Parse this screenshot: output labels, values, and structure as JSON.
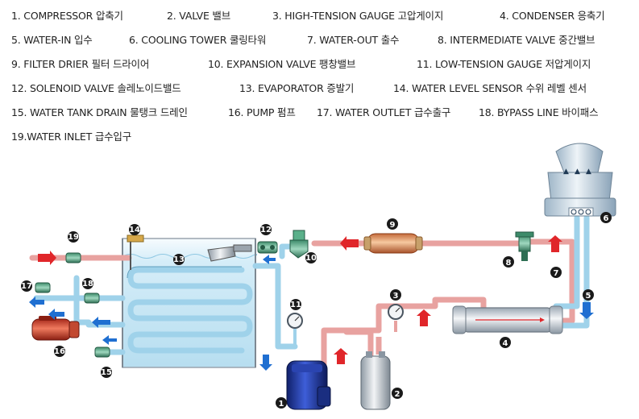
{
  "legend": [
    "1. COMPRESSOR 압축기",
    "2. VALVE 밸브",
    "3. HIGH-TENSION GAUGE 고압게이지",
    "4. CONDENSER 응축기",
    "5. WATER-IN 입수",
    "6. COOLING TOWER 쿨링타워",
    "7. WATER-OUT 출수",
    "8. INTERMEDIATE VALVE 중간밸브",
    "9. FILTER DRIER 필터 드라이어",
    "10. EXPANSION VALVE 팽창밸브",
    "11. LOW-TENSION GAUGE 저압게이지",
    "12. SOLENOID VALVE 솔레노이드밸드",
    "13. EVAPORATOR 증발기",
    "14. WATER LEVEL SENSOR 수위 레벨 센서",
    "15. WATER TANK DRAIN 물탱크 드레인",
    "16. PUMP 펌프",
    "17. WATER OUTLET 급수출구",
    "18. BYPASS LINE 바이패스",
    "19.WATER INLET 급수입구"
  ],
  "markers": [
    "1",
    "2",
    "3",
    "4",
    "5",
    "6",
    "7",
    "8",
    "9",
    "10",
    "11",
    "12",
    "13",
    "14",
    "15",
    "16",
    "17",
    "18",
    "19"
  ],
  "colors": {
    "refrigerant_pipe": "#e8a2a0",
    "water_pipe": "#9fd2ea",
    "arrow_red": "#e0262a",
    "arrow_blue": "#1f6fd1",
    "tank_water": "#bfe3f2",
    "marker_fill": "#1a1a1a"
  },
  "icons": [
    "compressor",
    "receiver-tank",
    "pressure-gauge",
    "condenser",
    "cooling-tower",
    "filter-drier",
    "expansion-valve",
    "solenoid-valve",
    "water-tank",
    "evaporator-coil",
    "pump-motor",
    "gate-valve",
    "flow-arrow"
  ]
}
